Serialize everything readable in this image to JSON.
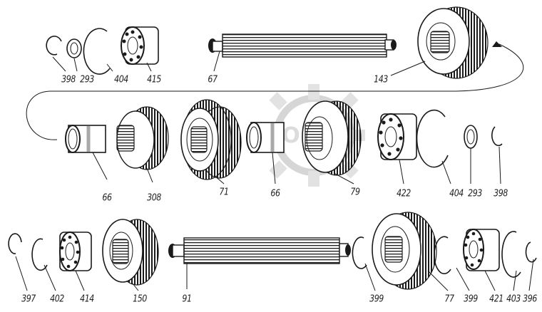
{
  "diagram": {
    "part_labels": {
      "p398a": "398",
      "p293a": "293",
      "p404a": "404",
      "p415": "415",
      "p67": "67",
      "p143": "143",
      "p66a": "66",
      "p308": "308",
      "p71": "71",
      "p66b": "66",
      "p79": "79",
      "p422": "422",
      "p404b": "404",
      "p293b": "293",
      "p398b": "398",
      "p397": "397",
      "p402": "402",
      "p414": "414",
      "p150": "150",
      "p91": "91",
      "p399a": "399",
      "p77": "77",
      "p399b": "399",
      "p421": "421",
      "p403": "403",
      "p396": "396"
    },
    "watermark": "OPBL"
  }
}
